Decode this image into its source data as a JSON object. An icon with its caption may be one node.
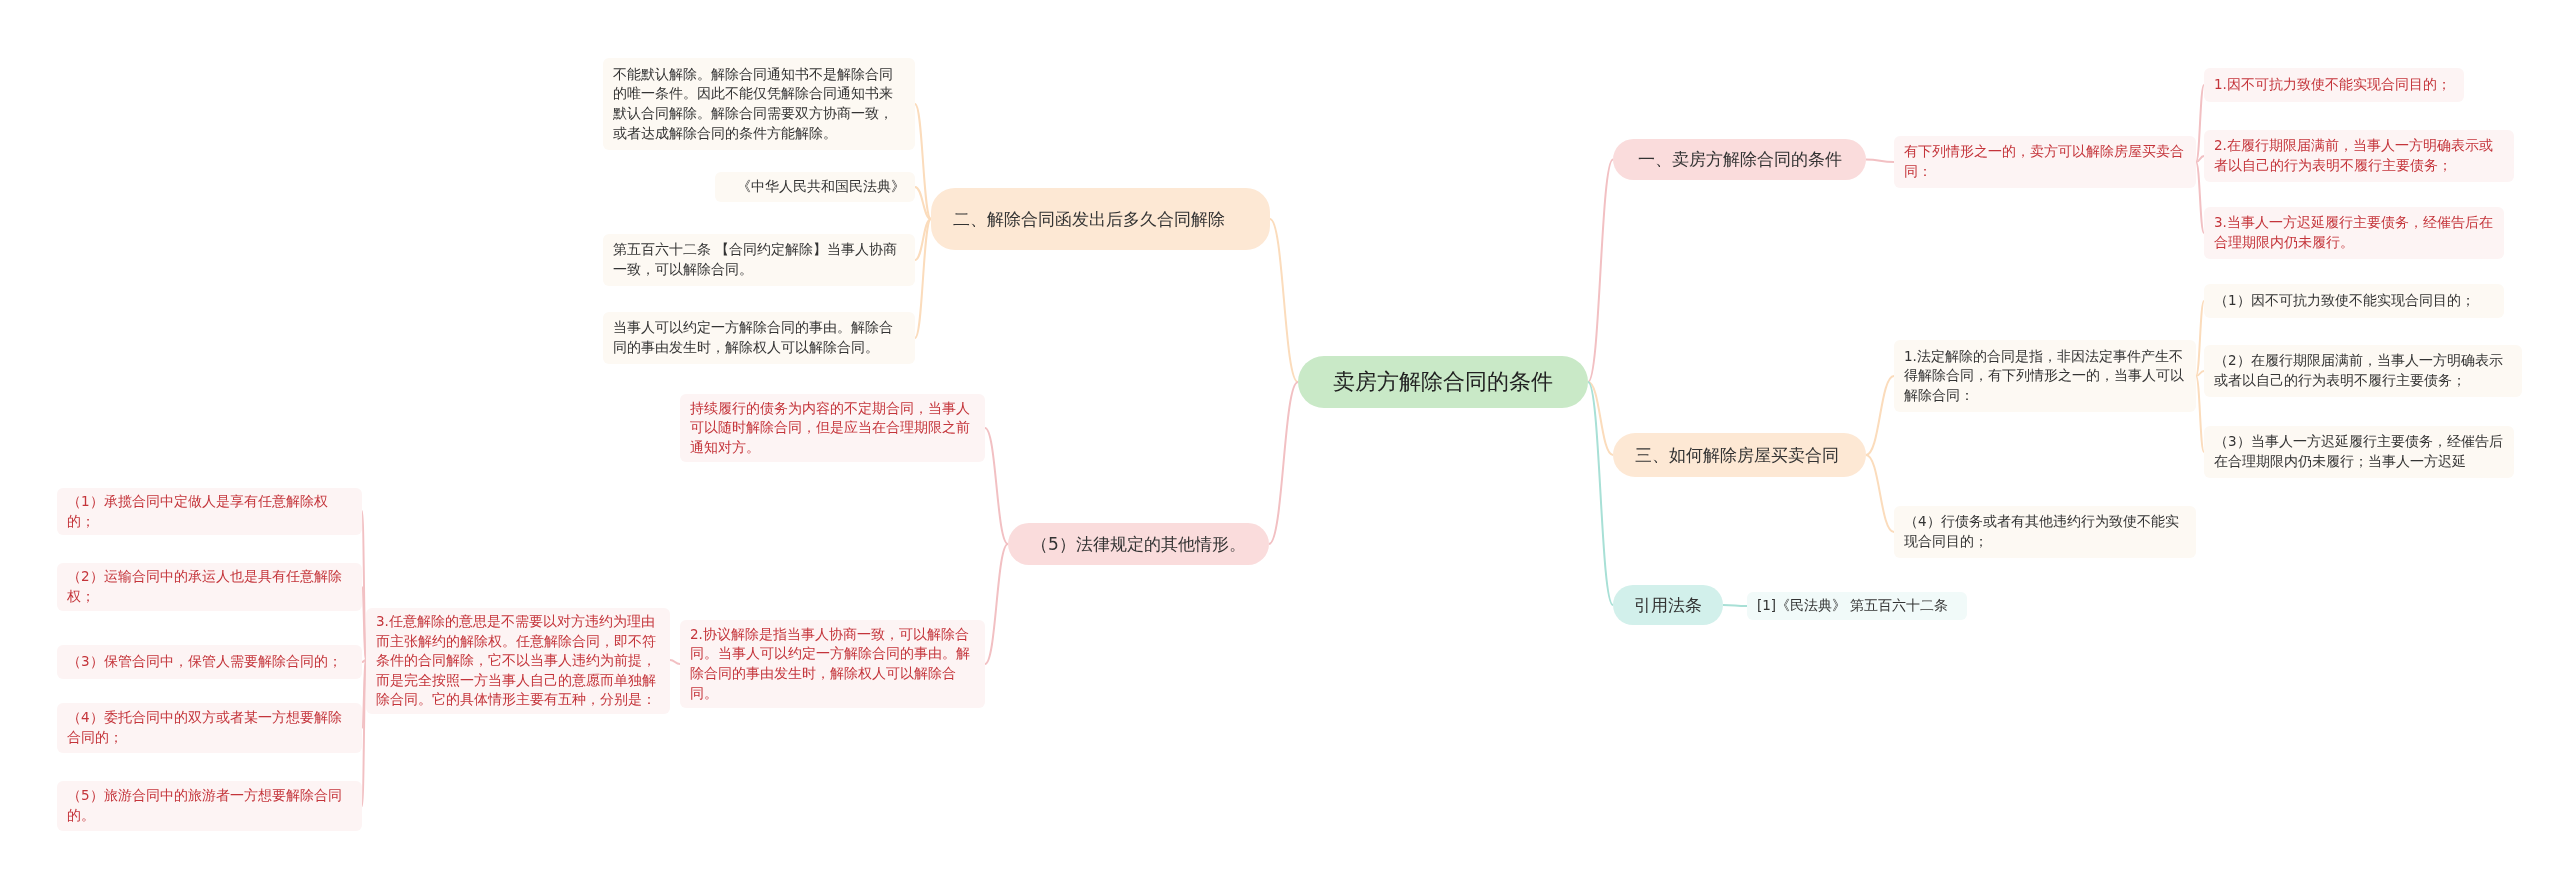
{
  "diagram": {
    "nodes": [
      {
        "text": [
          "卖房方解除合同的条件"
        ]
      },
      {
        "text": [
          "一、卖房方解除合同的条件"
        ]
      },
      {
        "text": [
          "有下列情形之一的，卖方可以解除房屋买卖合同："
        ]
      },
      {
        "text": [
          "1.因不可抗力致使不能实现合同目的；"
        ]
      },
      {
        "text": [
          "2.在履行期限届满前，当事人一方明确表示或者以自己的行为表明不履行主要债务；"
        ]
      },
      {
        "text": [
          "3.当事人一方迟延履行主要债务，经催告后在合理期限内仍未履行。"
        ]
      },
      {
        "text": [
          "三、如何解除房屋买卖合同"
        ]
      },
      {
        "text": [
          "1.法定解除的合同是指，非因法定事件产生不得解除合同，有下列情形之一的，当事人可以解除合同："
        ]
      },
      {
        "text": [
          "（1）因不可抗力致使不能实现合同目的；"
        ]
      },
      {
        "text": [
          "（2）在履行期限届满前，当事人一方明确表示或者以自己的行为表明不履行主要债务；"
        ]
      },
      {
        "text": [
          "（3）当事人一方迟延履行主要债务，经催告后在合理期限内仍未履行；当事人一方迟延"
        ]
      },
      {
        "text": [
          "（4）行债务或者有其他违约行为致使不能实现合同目的；"
        ]
      },
      {
        "text": [
          "引用法条"
        ]
      },
      {
        "text": [
          "[1]《民法典》 第五百六十二条"
        ]
      },
      {
        "text": [
          "二、解除合同函发出后多久合同解除"
        ]
      },
      {
        "text": [
          "不能默认解除。解除合同通知书不是解除合同的唯一条件。因此不能仅凭解除合同通知书来默认合同解除。解除合同需要双方协商一致，或者达成解除合同的条件方能解除。"
        ]
      },
      {
        "text": [
          "《中华人民共和国民法典》"
        ]
      },
      {
        "text": [
          "第五百六十二条 【合同约定解除】当事人协商一致，可以解除合同。"
        ]
      },
      {
        "text": [
          "当事人可以约定一方解除合同的事由。解除合同的事由发生时，解除权人可以解除合同。"
        ]
      },
      {
        "text": [
          "（5）法律规定的其他情形。"
        ]
      },
      {
        "text": [
          "持续履行的债务为内容的不定期合同，当事人可以随时解除合同，但是应当在合理期限之前通知对方。"
        ]
      },
      {
        "text": [
          "2.协议解除是指当事人协商一致，可以解除合同。当事人可以约定一方解除合同的事由。解除合同的事由发生时，解除权人可以解除合同。"
        ]
      },
      {
        "text": [
          "3.任意解除的意思是不需要以对方违约为理由而主张解约的解除权。任意解除合同，即不符条件的合同解除，它不以当事人违约为前提，而是完全按照一方当事人自己的意愿而单独解除合同。它的具体情形主要有五种，分别是："
        ]
      },
      {
        "text": [
          "（1）承揽合同中定做人是享有任意解除权的；"
        ]
      },
      {
        "text": [
          "（2）运输合同中的承运人也是具有任意解除权；"
        ]
      },
      {
        "text": [
          "（3）保管合同中，保管人需要解除合同的；"
        ]
      },
      {
        "text": [
          "（4）委托合同中的双方或者某一方想要解除合同的；"
        ]
      },
      {
        "text": [
          "（5）旅游合同中的旅游者一方想要解除合同的。"
        ]
      }
    ],
    "edges": [
      {
        "from": 0,
        "to": 1,
        "arrow": "none"
      },
      {
        "from": 1,
        "to": 2,
        "arrow": "none"
      },
      {
        "from": 2,
        "to": 3,
        "arrow": "none"
      },
      {
        "from": 2,
        "to": 4,
        "arrow": "none"
      },
      {
        "from": 2,
        "to": 5,
        "arrow": "none"
      },
      {
        "from": 0,
        "to": 6,
        "arrow": "none",
        "color": "#fbdcbc"
      },
      {
        "from": 6,
        "to": 7,
        "arrow": "none",
        "color": "#fbdcbc"
      },
      {
        "from": 7,
        "to": 8,
        "arrow": "none",
        "color": "#fbdcbc"
      },
      {
        "from": 7,
        "to": 9,
        "arrow": "none",
        "color": "#fbdcbc"
      },
      {
        "from": 7,
        "to": 10,
        "arrow": "none",
        "color": "#fbdcbc"
      },
      {
        "from": 6,
        "to": 11,
        "arrow": "none",
        "color": "#fbdcbc"
      },
      {
        "from": 0,
        "to": 12,
        "arrow": "none",
        "color": "#a8e0d6"
      },
      {
        "from": 12,
        "to": 13,
        "arrow": "none",
        "color": "#a8e0d6"
      },
      {
        "from": 0,
        "to": 14,
        "arrow": "none",
        "color": "#fbdcbc"
      },
      {
        "from": 14,
        "to": 15,
        "arrow": "none",
        "color": "#fbdcbc"
      },
      {
        "from": 14,
        "to": 16,
        "arrow": "none",
        "color": "#fbdcbc"
      },
      {
        "from": 14,
        "to": 17,
        "arrow": "none",
        "color": "#fbdcbc"
      },
      {
        "from": 14,
        "to": 18,
        "arrow": "none",
        "color": "#fbdcbc"
      },
      {
        "from": 0,
        "to": 19,
        "arrow": "none"
      },
      {
        "from": 19,
        "to": 20,
        "arrow": "none"
      },
      {
        "from": 19,
        "to": 21,
        "arrow": "none"
      },
      {
        "from": 21,
        "to": 22,
        "arrow": "none"
      },
      {
        "from": 22,
        "to": 23,
        "arrow": "none"
      },
      {
        "from": 22,
        "to": 24,
        "arrow": "none"
      },
      {
        "from": 22,
        "to": 25,
        "arrow": "none"
      },
      {
        "from": 22,
        "to": 26,
        "arrow": "none"
      },
      {
        "from": 22,
        "to": 27,
        "arrow": "none"
      }
    ]
  }
}
